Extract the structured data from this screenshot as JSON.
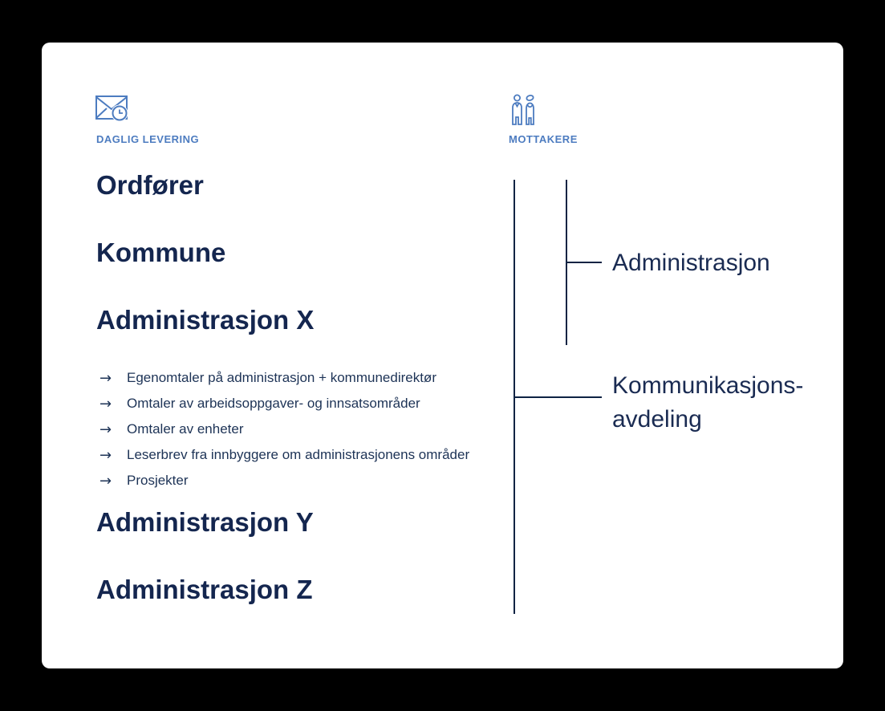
{
  "colors": {
    "background": "#000000",
    "card": "#ffffff",
    "accent_blue": "#4d7cc0",
    "heading_navy": "#14264f",
    "body_navy": "#1d3356",
    "line_navy": "#0e2343",
    "recipient_navy": "#1a2b52"
  },
  "delivery": {
    "icon": "envelope-clock-icon",
    "label": "DAGLIG LEVERING",
    "bullet": "→",
    "headings": [
      "Ordfører",
      "Kommune",
      "Administrasjon X",
      "Administrasjon Y",
      "Administrasjon Z"
    ],
    "admin_x_items": [
      "Egenomtaler på administrasjon + kommunedirektør",
      "Omtaler av arbeidsoppgaver- og innsatsområder",
      "Omtaler av enheter",
      "Leserbrev fra innbyggere om administrasjonens områder",
      "Prosjekter"
    ]
  },
  "recipients": {
    "icon": "people-icon",
    "label": "MOTTAKERE",
    "groups": [
      {
        "name": "Administrasjon"
      },
      {
        "name_line1": "Kommunikasjons-",
        "name_line2": "avdeling"
      }
    ]
  }
}
